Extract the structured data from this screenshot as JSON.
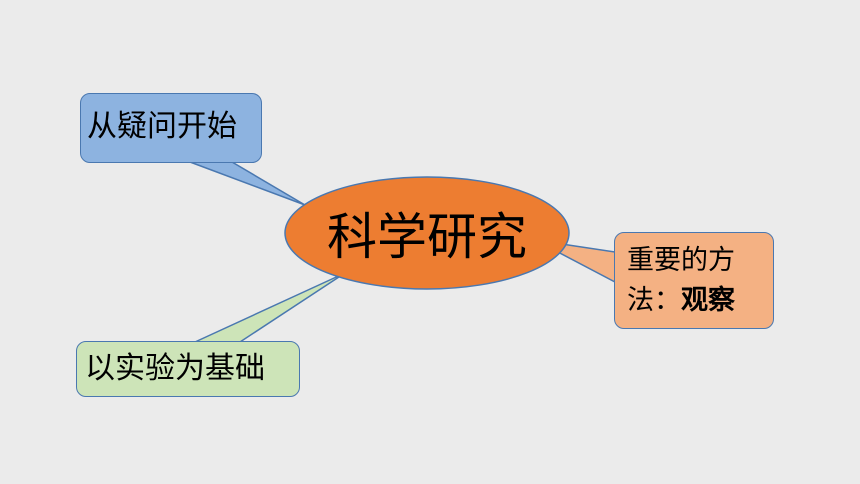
{
  "diagram": {
    "center": {
      "label": "科学研究",
      "color": "#ed7d31"
    },
    "callouts": [
      {
        "id": "question",
        "text": "从疑问开始",
        "color": "#8db3e0"
      },
      {
        "id": "experiment",
        "text": "以实验为基础",
        "color": "#cde4b8"
      },
      {
        "id": "method",
        "line1": "重要的方",
        "line2_prefix": "法：",
        "line2_bold": "观察",
        "color": "#f4b183"
      }
    ],
    "border_color": "#4a78b0",
    "background": "#ebebeb"
  }
}
